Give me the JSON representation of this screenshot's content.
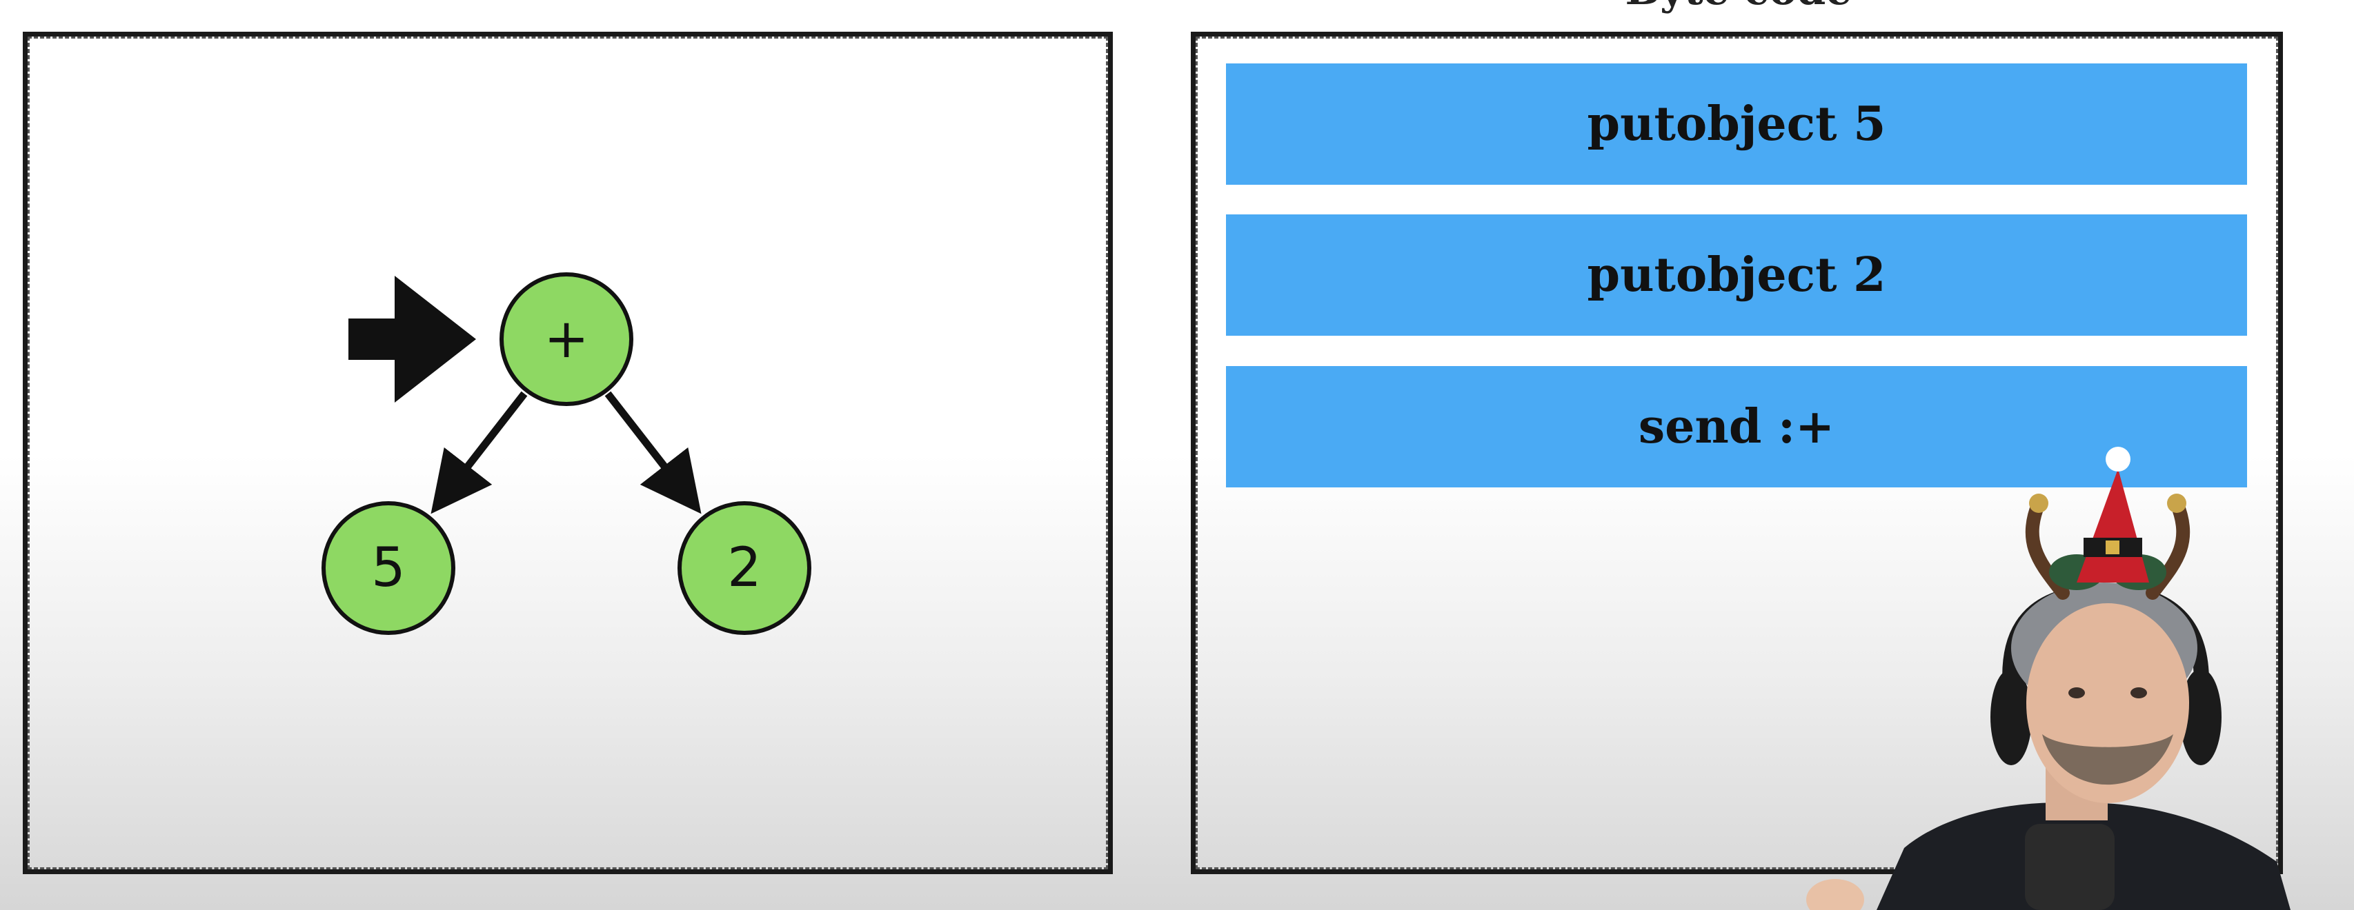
{
  "slide": {
    "header_title": "Byte code"
  },
  "tree": {
    "root": "+",
    "left_child": "5",
    "right_child": "2",
    "pointer": "arrow-pointer"
  },
  "instructions": [
    {
      "label": "putobject 5"
    },
    {
      "label": "putobject 2"
    },
    {
      "label": "send :+"
    }
  ],
  "colors": {
    "node_fill": "#8ed863",
    "instruction_bar": "#4aaaf4",
    "outline": "#111111"
  }
}
